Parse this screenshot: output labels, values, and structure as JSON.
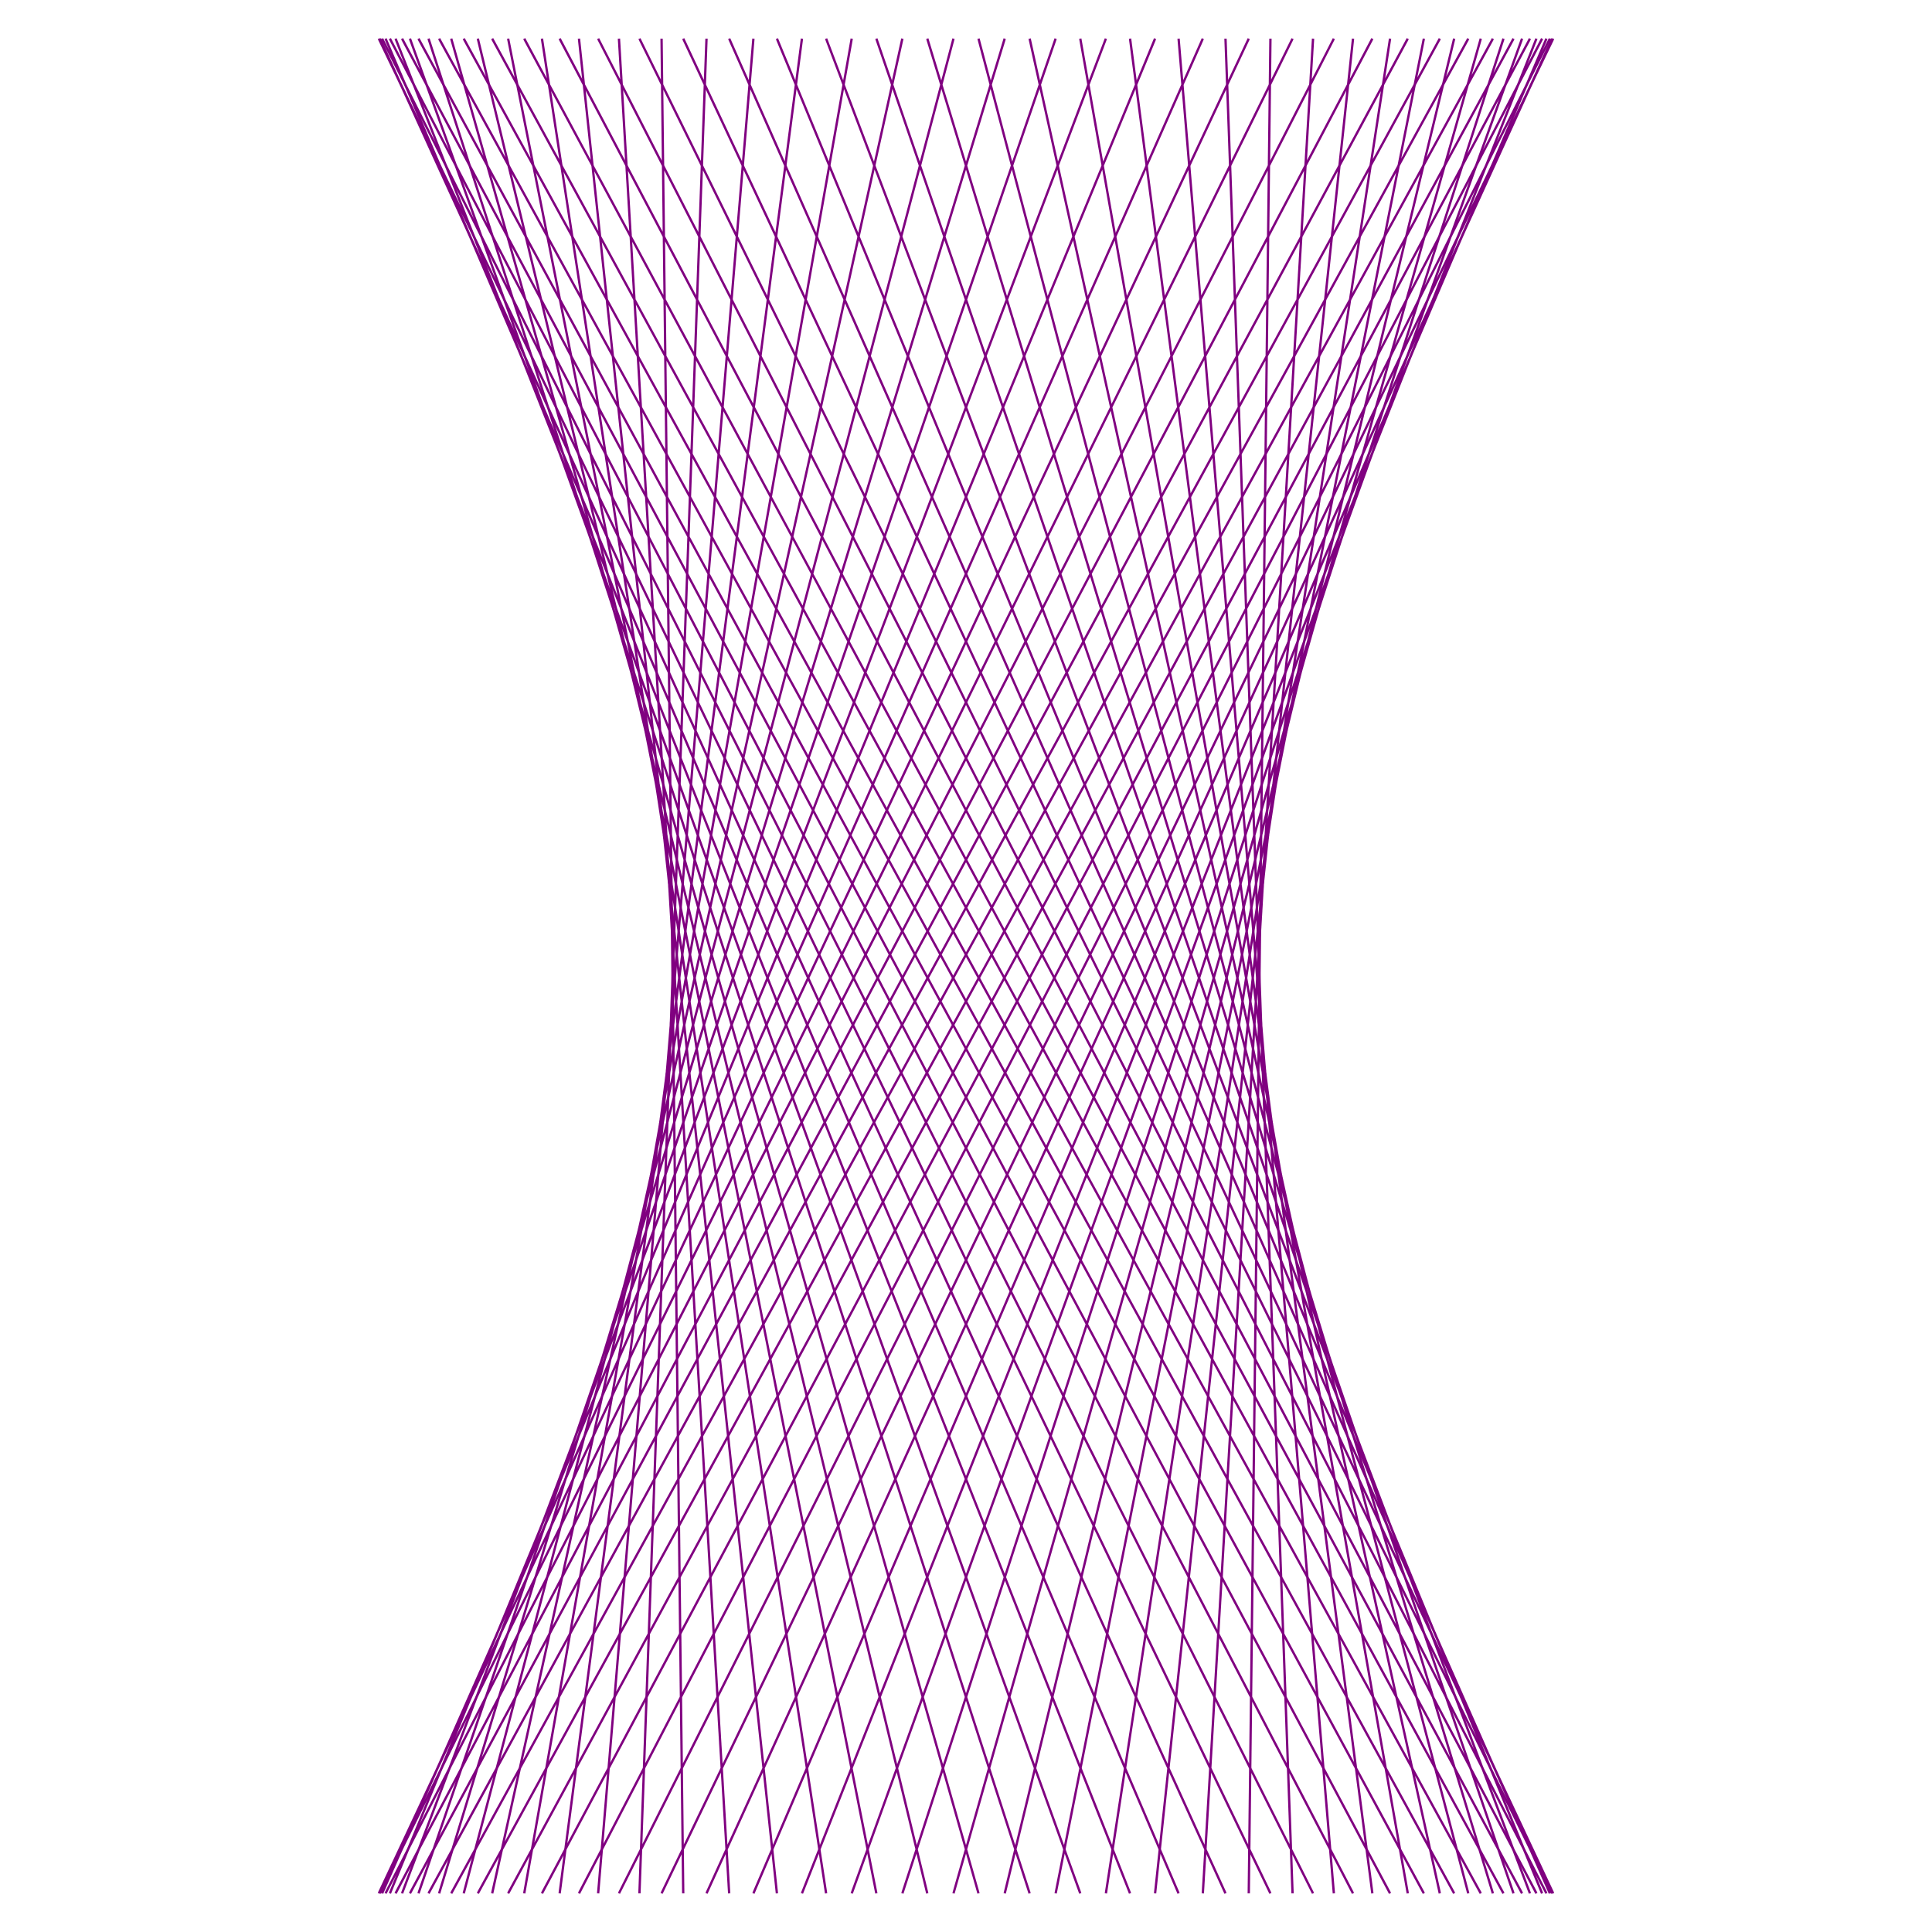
{
  "figure": {
    "kind": "ruled-surface string art",
    "shape": "hyperboloid of one sheet",
    "projection": "side view",
    "line_count": 72,
    "line_color": "#800080",
    "background": "#ffffff",
    "axes_visible": false,
    "text_visible": false,
    "surface": {
      "radius": 1.0,
      "half_height": 1.0,
      "twist_degrees": 120
    }
  }
}
